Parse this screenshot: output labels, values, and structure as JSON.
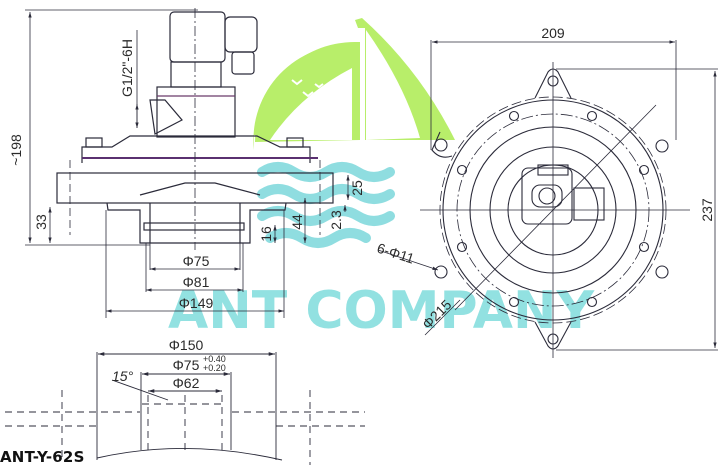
{
  "title": "ANT-Y-62S",
  "model_label": "ANT-Y-62S",
  "watermark": {
    "text": "ANT COMPANY",
    "logo": "sailboat-waves-logo",
    "colors": {
      "sail": "#b8ee6a",
      "waves": "#8fdde0",
      "text": "#7fdcdc"
    }
  },
  "side_view": {
    "thread": "G1/2\"-6H",
    "height_total": "~198",
    "height_flange": "33",
    "dims": {
      "d25": "25",
      "d2_3": "2.3",
      "d44": "44",
      "d16": "16"
    },
    "diameters": {
      "phi75": "Φ75",
      "phi81": "Φ81",
      "phi149": "Φ149"
    }
  },
  "top_view": {
    "width": "209",
    "height": "237",
    "holes": "6-Φ11",
    "bolt_circle": "Φ215"
  },
  "mounting_detail": {
    "phi150": "Φ150",
    "phi75": "Φ75",
    "tol_upper": "+0.40",
    "tol_lower": "+0.20",
    "phi62": "Φ62",
    "angle": "15°"
  },
  "colors": {
    "line": "#2b2b3a",
    "bg": "#ffffff"
  }
}
